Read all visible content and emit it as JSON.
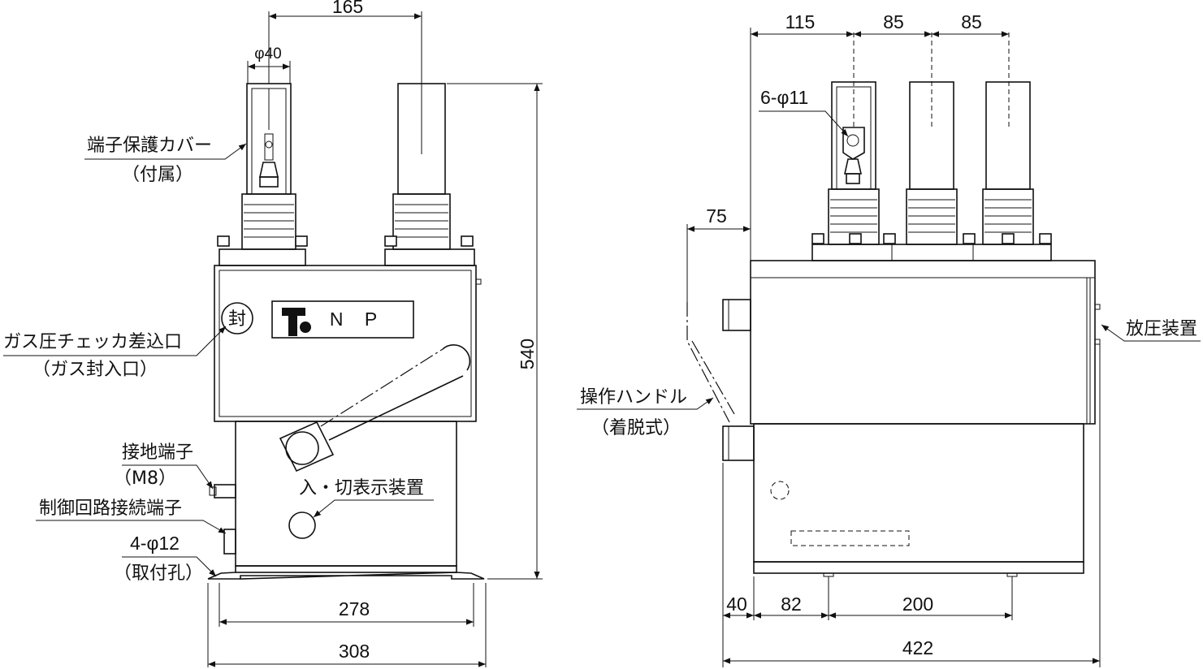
{
  "front_view": {
    "dims": {
      "top_span": "165",
      "bushing_dia": "φ40",
      "height": "540",
      "base_inner": "278",
      "base_outer": "308"
    },
    "labels": {
      "terminal_cover": "端子保護カバー",
      "terminal_cover_sub": "（付属）",
      "gas_port": "ガス圧チェッカ差込口",
      "gas_port_sub": "（ガス封入口）",
      "ground_terminal": "接地端子",
      "ground_terminal_sub": "（M8）",
      "control_terminal": "制御回路接続端子",
      "mount_holes": "4-φ12",
      "mount_holes_sub": "（取付孔）",
      "indicator": "入・切表示装置",
      "seal_mark": "封",
      "nameplate": "N P"
    }
  },
  "side_view": {
    "dims": {
      "span_1": "115",
      "span_2": "85",
      "span_3": "85",
      "handle_offset": "75",
      "bottom_40": "40",
      "bottom_82": "82",
      "bottom_200": "200",
      "overall": "422"
    },
    "labels": {
      "terminal_holes": "6-φ11",
      "handle": "操作ハンドル",
      "handle_sub": "（着脱式）",
      "pressure_relief": "放圧装置"
    }
  }
}
